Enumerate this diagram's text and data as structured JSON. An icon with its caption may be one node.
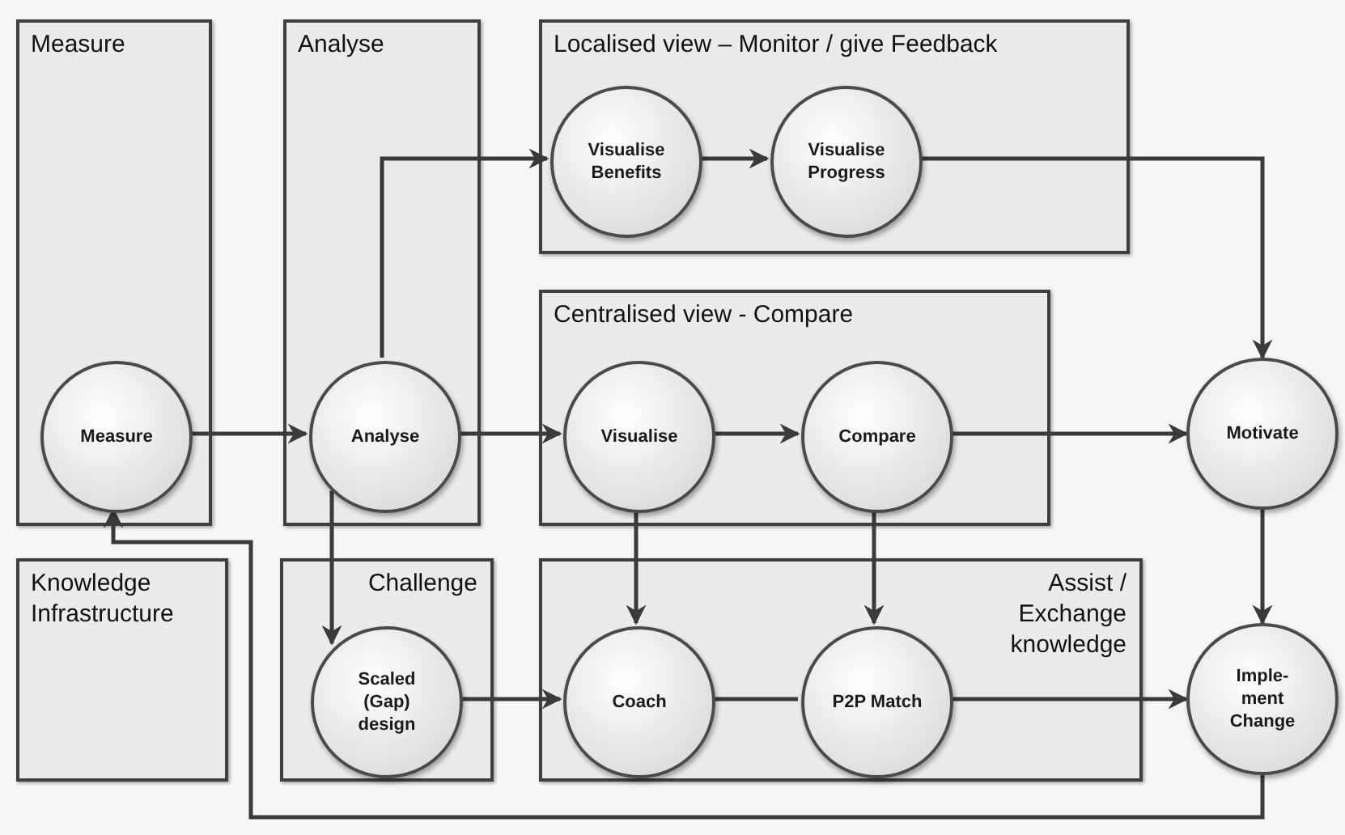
{
  "diagram": {
    "nodes": [
      {
        "text": [
          "Measure"
        ]
      },
      {
        "text": [
          "Measure"
        ],
        "in": 0
      },
      {
        "text": [
          "Analyse"
        ]
      },
      {
        "text": [
          "Analyse"
        ],
        "in": 2
      },
      {
        "text": [
          "Localised view – Monitor / give Feedback"
        ]
      },
      {
        "text": [
          "Visualise Benefits"
        ],
        "in": 4
      },
      {
        "text": [
          "Visualise Progress"
        ],
        "in": 4
      },
      {
        "text": [
          "Centralised view - Compare"
        ]
      },
      {
        "text": [
          "Visualise"
        ],
        "in": 7
      },
      {
        "text": [
          "Compare"
        ],
        "in": 7
      },
      {
        "text": [
          "Motivate"
        ]
      },
      {
        "text": [
          "Knowledge Infrastructure"
        ]
      },
      {
        "text": [
          "Challenge"
        ]
      },
      {
        "text": [
          "Scaled (Gap) design"
        ],
        "in": 12
      },
      {
        "text": [
          "Assist / Exchange knowledge"
        ]
      },
      {
        "text": [
          "Coach"
        ],
        "in": 14
      },
      {
        "text": [
          "P2P Match"
        ],
        "in": 14
      },
      {
        "text": [
          "Imple- ment Change"
        ]
      }
    ],
    "edges": [
      {
        "from": 1,
        "to": 3,
        "arrow": "to"
      },
      {
        "from": 3,
        "to": 5,
        "arrow": "to"
      },
      {
        "from": 5,
        "to": 6,
        "arrow": "to"
      },
      {
        "from": 6,
        "to": 10,
        "arrow": "to"
      },
      {
        "from": 3,
        "to": 8,
        "arrow": "to"
      },
      {
        "from": 8,
        "to": 9,
        "arrow": "to"
      },
      {
        "from": 9,
        "to": 10,
        "arrow": "to"
      },
      {
        "from": 3,
        "to": 13,
        "arrow": "to"
      },
      {
        "from": 8,
        "to": 15,
        "arrow": "to"
      },
      {
        "from": 9,
        "to": 16,
        "arrow": "to"
      },
      {
        "from": 13,
        "to": 15,
        "arrow": "to"
      },
      {
        "from": 15,
        "to": 16,
        "arrow": "none"
      },
      {
        "from": 16,
        "to": 17,
        "arrow": "to"
      },
      {
        "from": 10,
        "to": 17,
        "arrow": "to"
      },
      {
        "from": 17,
        "to": 1,
        "arrow": "to"
      }
    ]
  }
}
